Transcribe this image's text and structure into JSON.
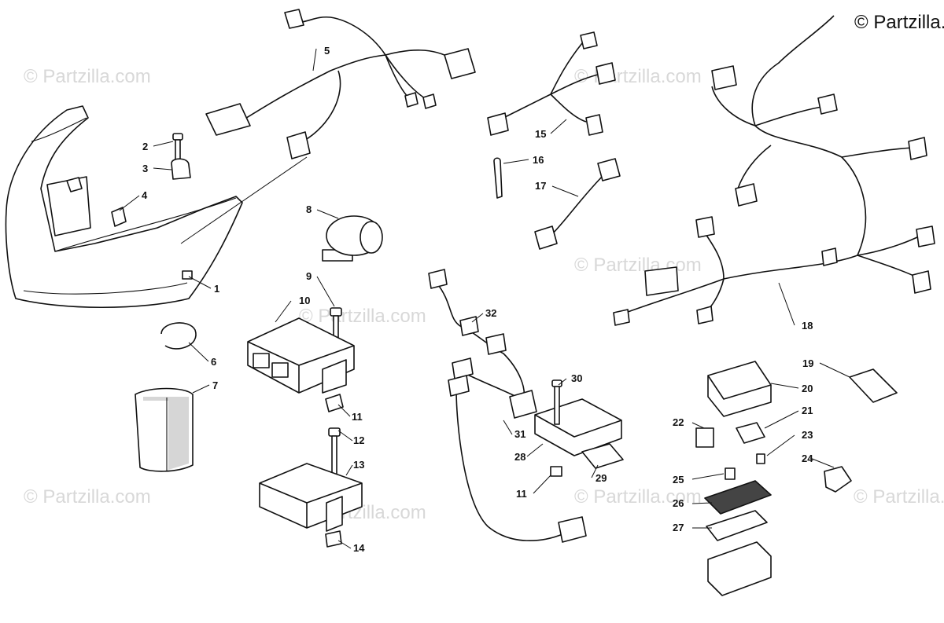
{
  "brand": "© Partzilla.com",
  "watermark": "© Partzilla.com",
  "callouts": {
    "c1": "1",
    "c2": "2",
    "c3": "3",
    "c4": "4",
    "c5": "5",
    "c6": "6",
    "c7": "7",
    "c8": "8",
    "c9": "9",
    "c10": "10",
    "c11a": "11",
    "c11b": "11",
    "c12": "12",
    "c13": "13",
    "c14": "14",
    "c15": "15",
    "c16": "16",
    "c17": "17",
    "c18": "18",
    "c19": "19",
    "c20": "20",
    "c21": "21",
    "c22": "22",
    "c23": "23",
    "c24": "24",
    "c25": "25",
    "c26": "26",
    "c27": "27",
    "c28": "28",
    "c29": "29",
    "c30": "30",
    "c31": "31",
    "c32": "32"
  }
}
